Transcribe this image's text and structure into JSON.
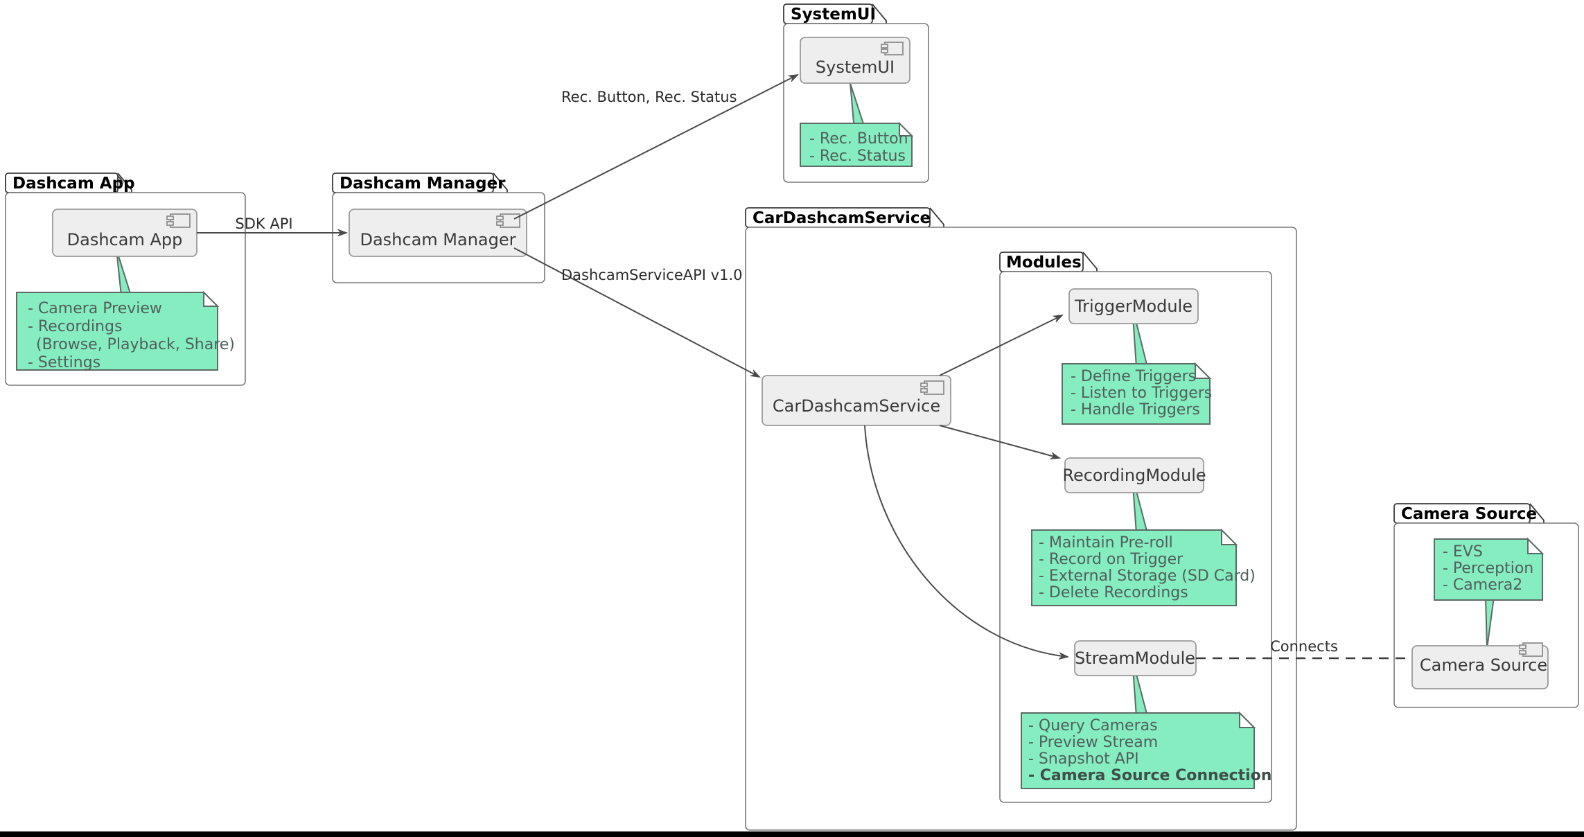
{
  "diagram": {
    "type": "uml-component-diagram",
    "title": "CarDashcamService Architecture",
    "colors": {
      "note_fill": "#85EDC0",
      "component_fill": "#eeeeee",
      "package_stroke": "#7a7a7a",
      "text": "#3a3a3a",
      "note_text": "#50605a"
    },
    "packages": [
      {
        "id": "dashcam-app",
        "label": "Dashcam App",
        "component": "Dashcam App",
        "note": {
          "position": "below",
          "lines": [
            {
              "text": "- Camera Preview",
              "bold": false
            },
            {
              "text": "- Recordings",
              "bold": false
            },
            {
              "text": "  (Browse, Playback, Share)",
              "bold": false
            },
            {
              "text": "- Settings",
              "bold": false
            }
          ]
        }
      },
      {
        "id": "dashcam-manager",
        "label": "Dashcam Manager",
        "component": "Dashcam Manager",
        "note": null
      },
      {
        "id": "systemui",
        "label": "SystemUI",
        "component": "SystemUI",
        "note": {
          "position": "below",
          "lines": [
            {
              "text": "- Rec. Button",
              "bold": false
            },
            {
              "text": "- Rec. Status",
              "bold": false
            }
          ]
        }
      },
      {
        "id": "car-dashcam-service",
        "label": "CarDashcamService",
        "component": "CarDashcamService",
        "note": null,
        "nested_package": {
          "id": "modules",
          "label": "Modules",
          "components": [
            {
              "id": "trigger-module",
              "label": "TriggerModule",
              "note": {
                "position": "below",
                "lines": [
                  {
                    "text": "- Define Triggers",
                    "bold": false
                  },
                  {
                    "text": "- Listen to Triggers",
                    "bold": false
                  },
                  {
                    "text": "- Handle Triggers",
                    "bold": false
                  }
                ]
              }
            },
            {
              "id": "recording-module",
              "label": "RecordingModule",
              "note": {
                "position": "below",
                "lines": [
                  {
                    "text": "- Maintain Pre-roll",
                    "bold": false
                  },
                  {
                    "text": "- Record on Trigger",
                    "bold": false
                  },
                  {
                    "text": "- External Storage (SD Card)",
                    "bold": false
                  },
                  {
                    "text": "- Delete Recordings",
                    "bold": false
                  }
                ]
              }
            },
            {
              "id": "stream-module",
              "label": "StreamModule",
              "note": {
                "position": "below",
                "lines": [
                  {
                    "text": "- Query Cameras",
                    "bold": false
                  },
                  {
                    "text": "- Preview Stream",
                    "bold": false
                  },
                  {
                    "text": "- Snapshot API",
                    "bold": false
                  },
                  {
                    "text": "- Camera Source Connection",
                    "bold": true
                  }
                ]
              }
            }
          ]
        }
      },
      {
        "id": "camera-source",
        "label": "Camera Source",
        "component": "Camera Source",
        "note": {
          "position": "above",
          "lines": [
            {
              "text": "- EVS",
              "bold": false
            },
            {
              "text": "- Perception",
              "bold": false
            },
            {
              "text": "- Camera2",
              "bold": false
            }
          ]
        }
      }
    ],
    "connections": [
      {
        "id": "app-to-manager",
        "from": "Dashcam App",
        "to": "Dashcam Manager",
        "label": "SDK API",
        "style": "solid-arrow"
      },
      {
        "id": "manager-to-systemui",
        "from": "Dashcam Manager",
        "to": "SystemUI",
        "label": "Rec. Button, Rec. Status",
        "style": "solid-arrow"
      },
      {
        "id": "manager-to-service",
        "from": "Dashcam Manager",
        "to": "CarDashcamService",
        "label": "DashcamServiceAPI v1.0",
        "style": "solid-arrow"
      },
      {
        "id": "service-to-trigger",
        "from": "CarDashcamService",
        "to": "TriggerModule",
        "label": "",
        "style": "solid-arrow"
      },
      {
        "id": "service-to-recording",
        "from": "CarDashcamService",
        "to": "RecordingModule",
        "label": "",
        "style": "solid-arrow"
      },
      {
        "id": "service-to-stream",
        "from": "CarDashcamService",
        "to": "StreamModule",
        "label": "",
        "style": "solid-arrow-curved"
      },
      {
        "id": "stream-to-camera-source",
        "from": "StreamModule",
        "to": "Camera Source",
        "label": "Connects",
        "style": "dashed"
      }
    ]
  },
  "labels": {
    "pkg_dashcam_app": "Dashcam App",
    "pkg_dashcam_manager": "Dashcam Manager",
    "pkg_systemui": "SystemUI",
    "pkg_car_dashcam_service": "CarDashcamService",
    "pkg_modules": "Modules",
    "pkg_camera_source": "Camera Source",
    "comp_dashcam_app": "Dashcam App",
    "comp_dashcam_manager": "Dashcam Manager",
    "comp_systemui": "SystemUI",
    "comp_car_dashcam_service": "CarDashcamService",
    "comp_trigger_module": "TriggerModule",
    "comp_recording_module": "RecordingModule",
    "comp_stream_module": "StreamModule",
    "comp_camera_source": "Camera Source",
    "edge_sdk_api": "SDK API",
    "edge_rec_button_status": "Rec. Button, Rec. Status",
    "edge_dashcam_service_api": "DashcamServiceAPI v1.0",
    "edge_connects": "Connects",
    "note_app_1": "- Camera Preview",
    "note_app_2": "- Recordings",
    "note_app_3": "(Browse, Playback, Share)",
    "note_app_4": "- Settings",
    "note_sysui_1": "- Rec. Button",
    "note_sysui_2": "- Rec. Status",
    "note_trigger_1": "- Define Triggers",
    "note_trigger_2": "- Listen to Triggers",
    "note_trigger_3": "- Handle Triggers",
    "note_recording_1": "- Maintain Pre-roll",
    "note_recording_2": "- Record on Trigger",
    "note_recording_3": "- External Storage (SD Card)",
    "note_recording_4": "- Delete Recordings",
    "note_stream_1": "- Query Cameras",
    "note_stream_2": "- Preview Stream",
    "note_stream_3": "- Snapshot API",
    "note_stream_4": "- Camera Source Connection",
    "note_camsrc_1": "- EVS",
    "note_camsrc_2": "- Perception",
    "note_camsrc_3": "- Camera2"
  }
}
